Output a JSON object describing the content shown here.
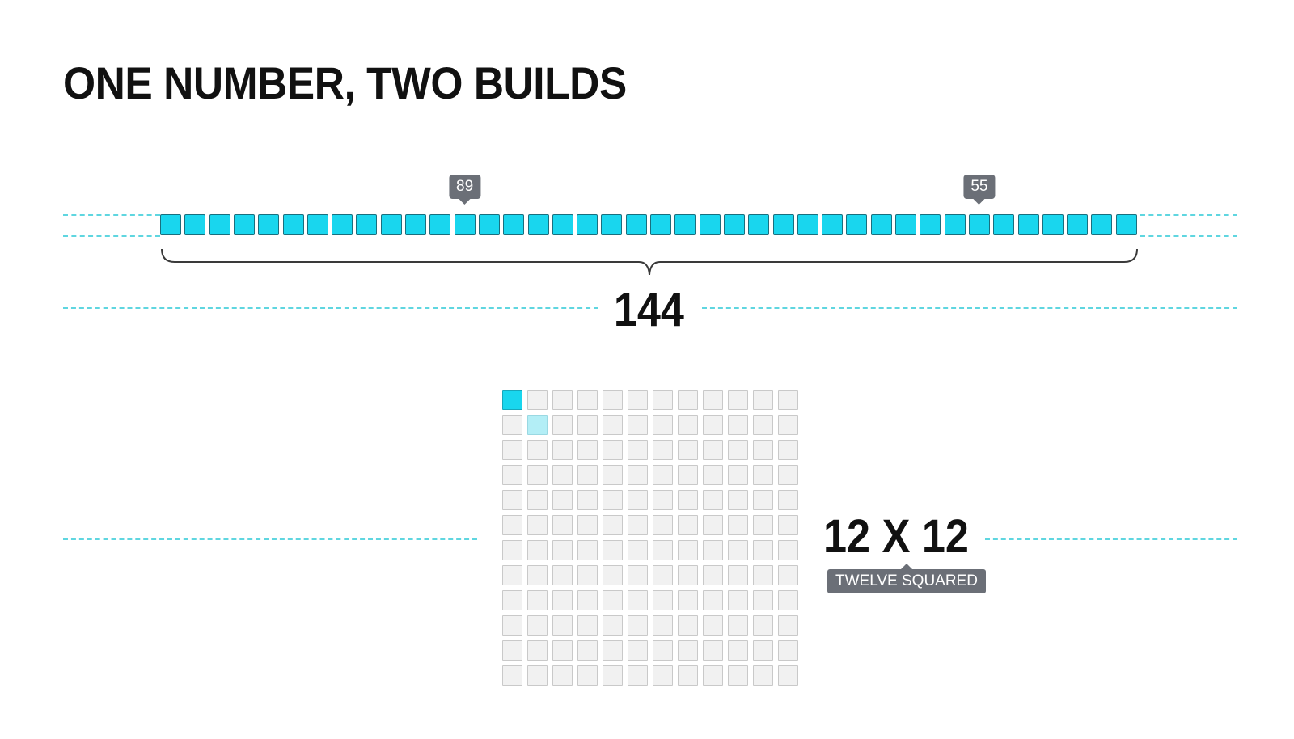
{
  "title": "ONE NUMBER, TWO BUILDS",
  "strip": {
    "count": 40,
    "fill_color": "#19d6ee",
    "callouts": [
      {
        "text": "89",
        "cell": 12
      },
      {
        "text": "55",
        "cell": 33
      }
    ],
    "total_label": "144"
  },
  "grid": {
    "rows": 12,
    "cols": 12,
    "filled_cells": [
      [
        0,
        0
      ]
    ],
    "highlight_cells": [
      [
        1,
        1
      ]
    ],
    "label": "12 X 12",
    "tag": "TWELVE SQUARED"
  }
}
